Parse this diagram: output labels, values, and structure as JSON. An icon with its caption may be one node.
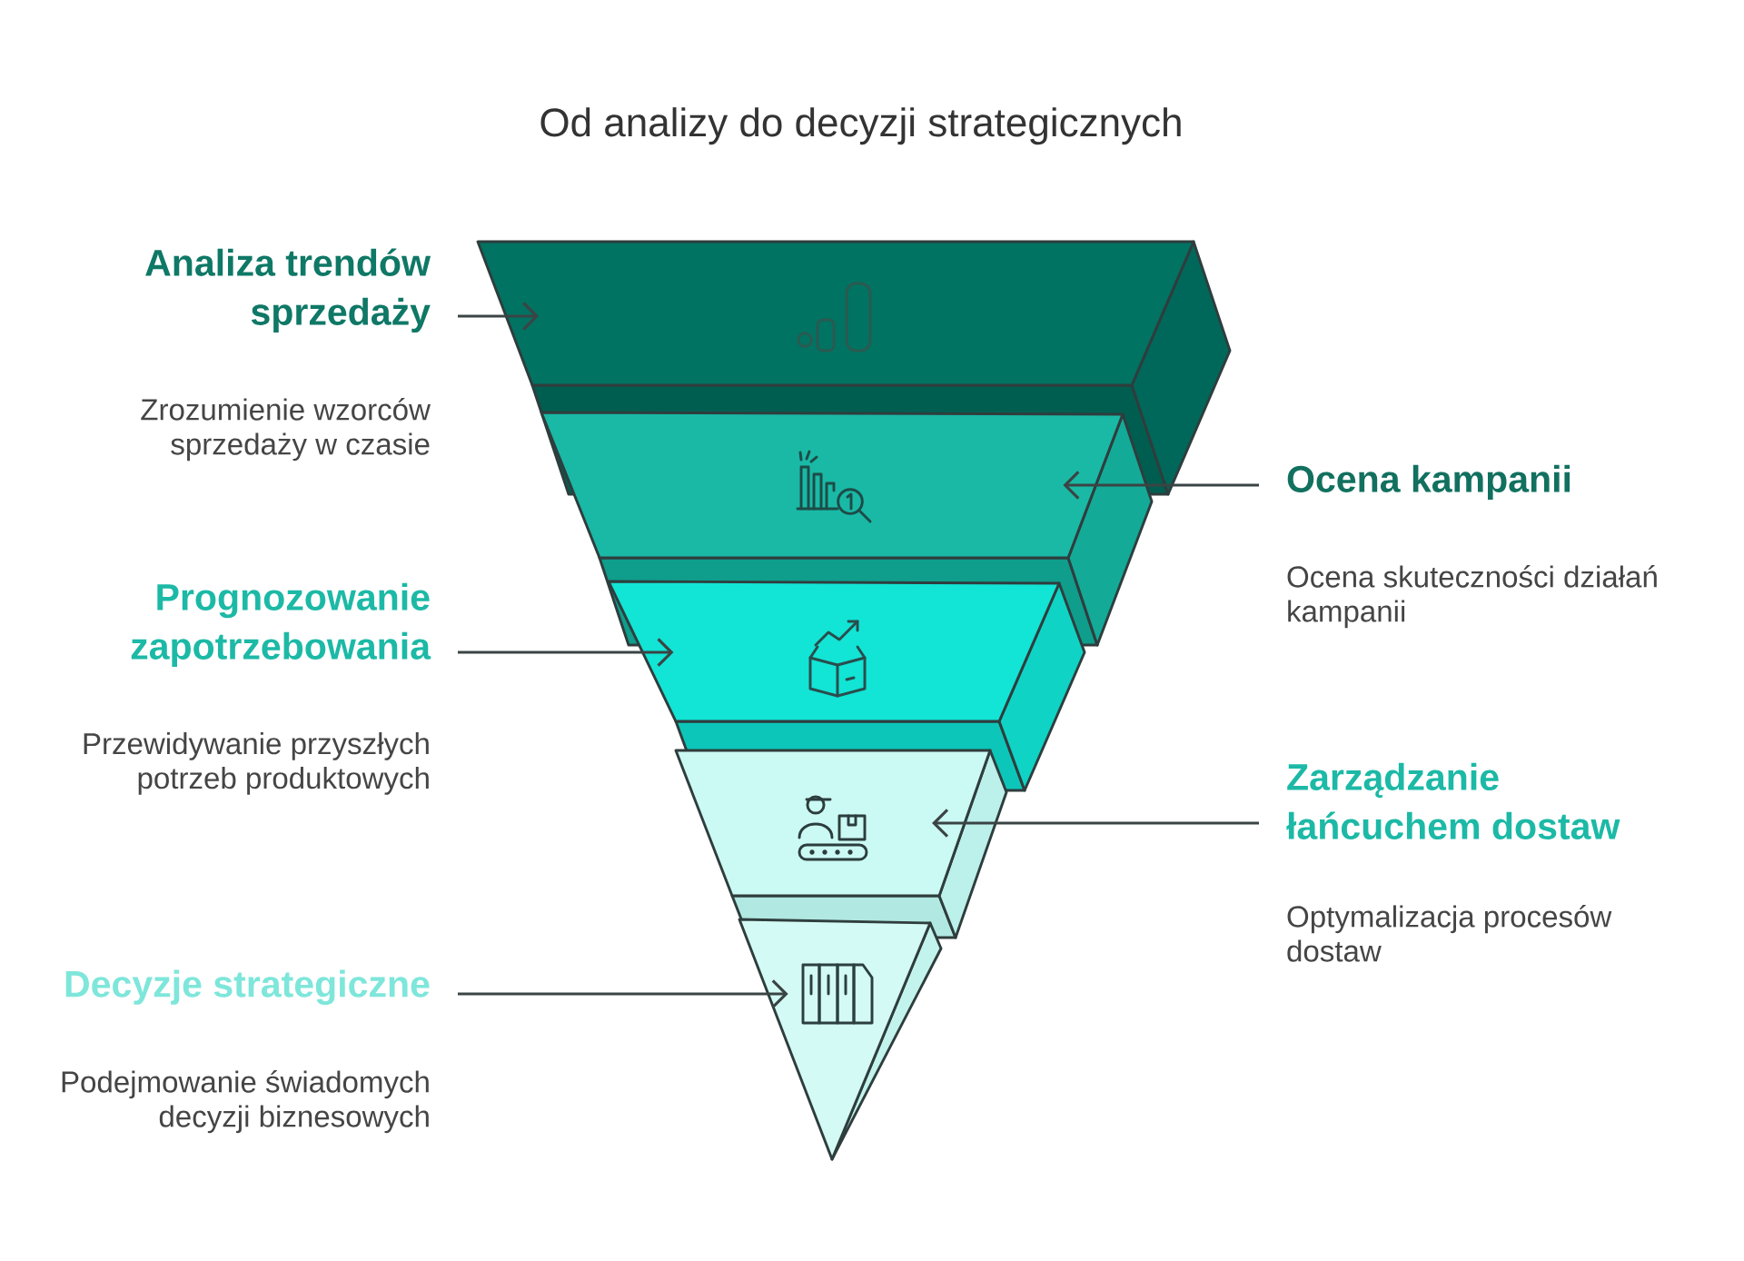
{
  "diagram": {
    "title": "Od analizy do decyzji strategicznych",
    "nodes": [
      {
        "text": [],
        "shape": "trapezoid"
      },
      {
        "text": [],
        "shape": "trapezoid"
      },
      {
        "text": [],
        "shape": "trapezoid"
      },
      {
        "text": [],
        "shape": "trapezoid"
      },
      {
        "text": [],
        "shape": "triangle"
      },
      {
        "text": [
          "Analiza trendów sprzedaży",
          "Zrozumienie wzorców sprzedaży w czasie"
        ]
      },
      {
        "text": [
          "Ocena kampanii",
          "Ocena skuteczności działań kampanii"
        ]
      },
      {
        "text": [
          "Prognozowanie zapotrzebowania",
          "Przewidywanie przyszłych potrzeb produktowych"
        ]
      },
      {
        "text": [
          "Zarządzanie łańcuchem dostaw",
          "Optymalizacja procesów dostaw"
        ]
      },
      {
        "text": [
          "Decyzje strategiczne",
          "Podejmowanie świadomych decyzji biznesowych"
        ]
      }
    ],
    "edges": [
      {
        "from": 5,
        "to": 0,
        "arrow": "to"
      },
      {
        "from": 6,
        "to": 1,
        "arrow": "to"
      },
      {
        "from": 7,
        "to": 2,
        "arrow": "to"
      },
      {
        "from": 8,
        "to": 3,
        "arrow": "to"
      },
      {
        "from": 9,
        "to": 4,
        "arrow": "to"
      }
    ]
  }
}
